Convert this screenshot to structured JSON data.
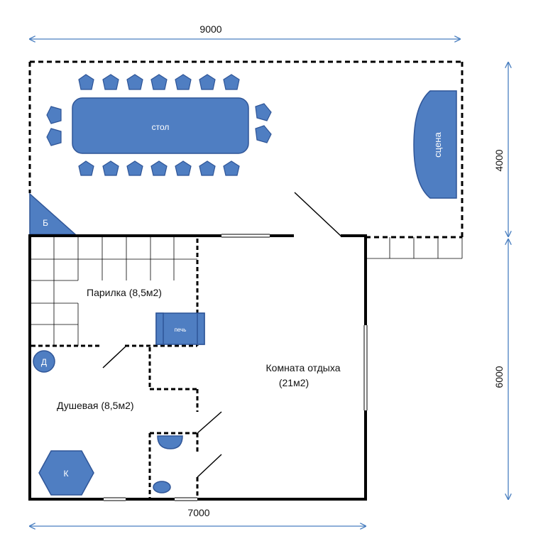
{
  "dimensions": {
    "top_width": "9000",
    "bottom_width": "7000",
    "upper_height": "4000",
    "lower_height": "6000"
  },
  "labels": {
    "table": "стол",
    "stage": "сцена",
    "steam_room": "Парилка (8,5м2)",
    "stove": "печь",
    "lounge_line1": "Комната отдыха",
    "lounge_line2": "(21м2)",
    "shower_room": "Душевая (8,5м2)",
    "corner_b": "Б",
    "circle_d": "Д",
    "hex_k": "К"
  },
  "colors": {
    "furniture_fill": "#4f7ec2",
    "furniture_stroke": "#2f5597",
    "wall": "#000000",
    "dimension_line": "#4a7fc0"
  }
}
